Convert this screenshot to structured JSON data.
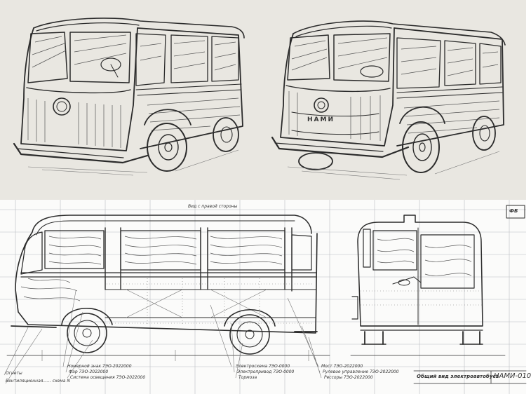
{
  "front_badge": "НАМИ",
  "blueprint": {
    "top_label": "Вид с правой стороны",
    "title": "Общий вид электроавтобуса",
    "model": "НАМИ-010",
    "corner_stamp": "ФБ",
    "callouts_left": [
      "Огнеты",
      "Вентиляционная...... схема N"
    ],
    "callouts_center": [
      "Номерной знак 7ЭО-2022000",
      "Фар   7ЭО-2022000",
      "Система освещения 7ЭО-2022000"
    ],
    "callouts_right_a": [
      "Электросхема 7ЭО-0000",
      "Электропривод 7ЭО-0000",
      "Тормоза"
    ],
    "callouts_right_b": [
      "Мост 7ЭО-2022000",
      "Рулевое управление 7ЭО-2022000",
      "Рессоры 7ЭО-2022000"
    ]
  }
}
